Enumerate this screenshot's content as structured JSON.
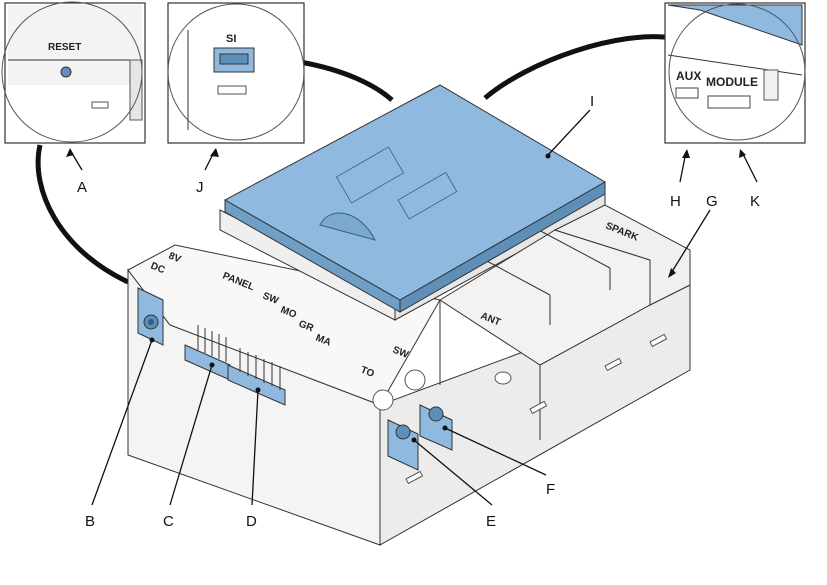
{
  "diagram": {
    "device_markings": {
      "reset": "RESET",
      "si": "SI",
      "aux": "AUX",
      "module": "MODULE",
      "dc": "DC",
      "sv": "8V",
      "panel": "PANEL",
      "sw": "SW",
      "mo": "MO",
      "gr": "GR",
      "ma": "MA",
      "to": "TO",
      "sw2": "SW",
      "ant": "ANT",
      "brand": "SPARK"
    },
    "callouts": [
      {
        "id": "A",
        "label": "A"
      },
      {
        "id": "J",
        "label": "J"
      },
      {
        "id": "H",
        "label": "H"
      },
      {
        "id": "K",
        "label": "K"
      },
      {
        "id": "G",
        "label": "G"
      },
      {
        "id": "I",
        "label": "I"
      },
      {
        "id": "B",
        "label": "B"
      },
      {
        "id": "C",
        "label": "C"
      },
      {
        "id": "D",
        "label": "D"
      },
      {
        "id": "E",
        "label": "E"
      },
      {
        "id": "F",
        "label": "F"
      }
    ],
    "colors": {
      "blue_part": "#8fb9de",
      "blue_dark": "#5e8fb8",
      "housing": "#f6f6f6",
      "outline": "#333333"
    }
  }
}
